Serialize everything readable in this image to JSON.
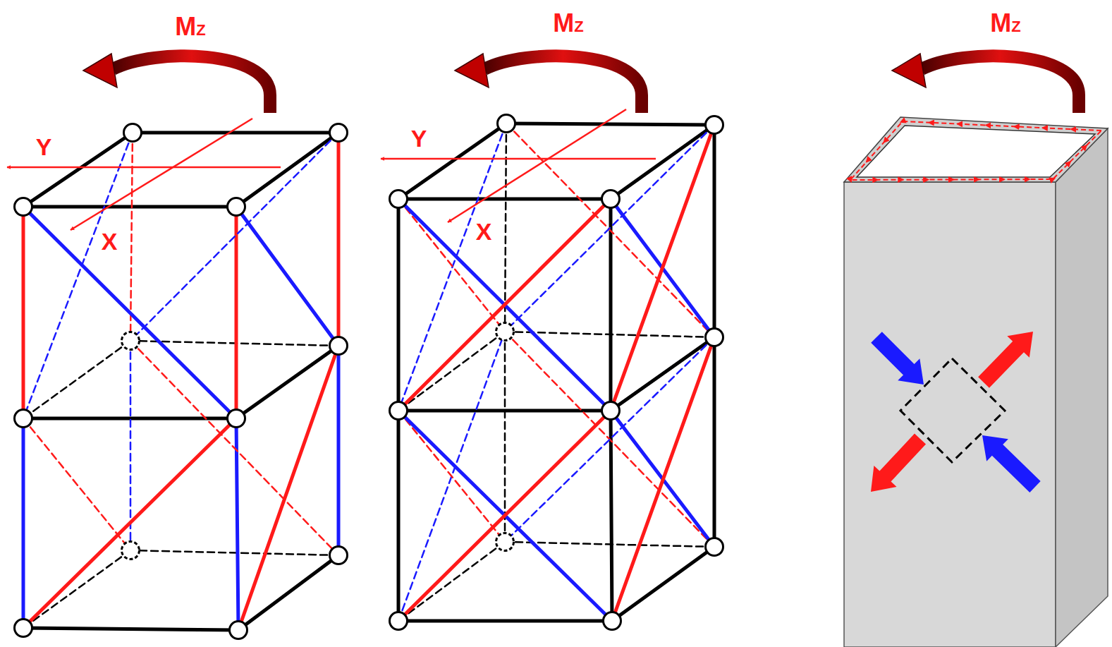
{
  "diagram": {
    "labels": [
      "MZ",
      "Y",
      "X",
      "MZ",
      "Y",
      "X",
      "MZ"
    ]
  }
}
